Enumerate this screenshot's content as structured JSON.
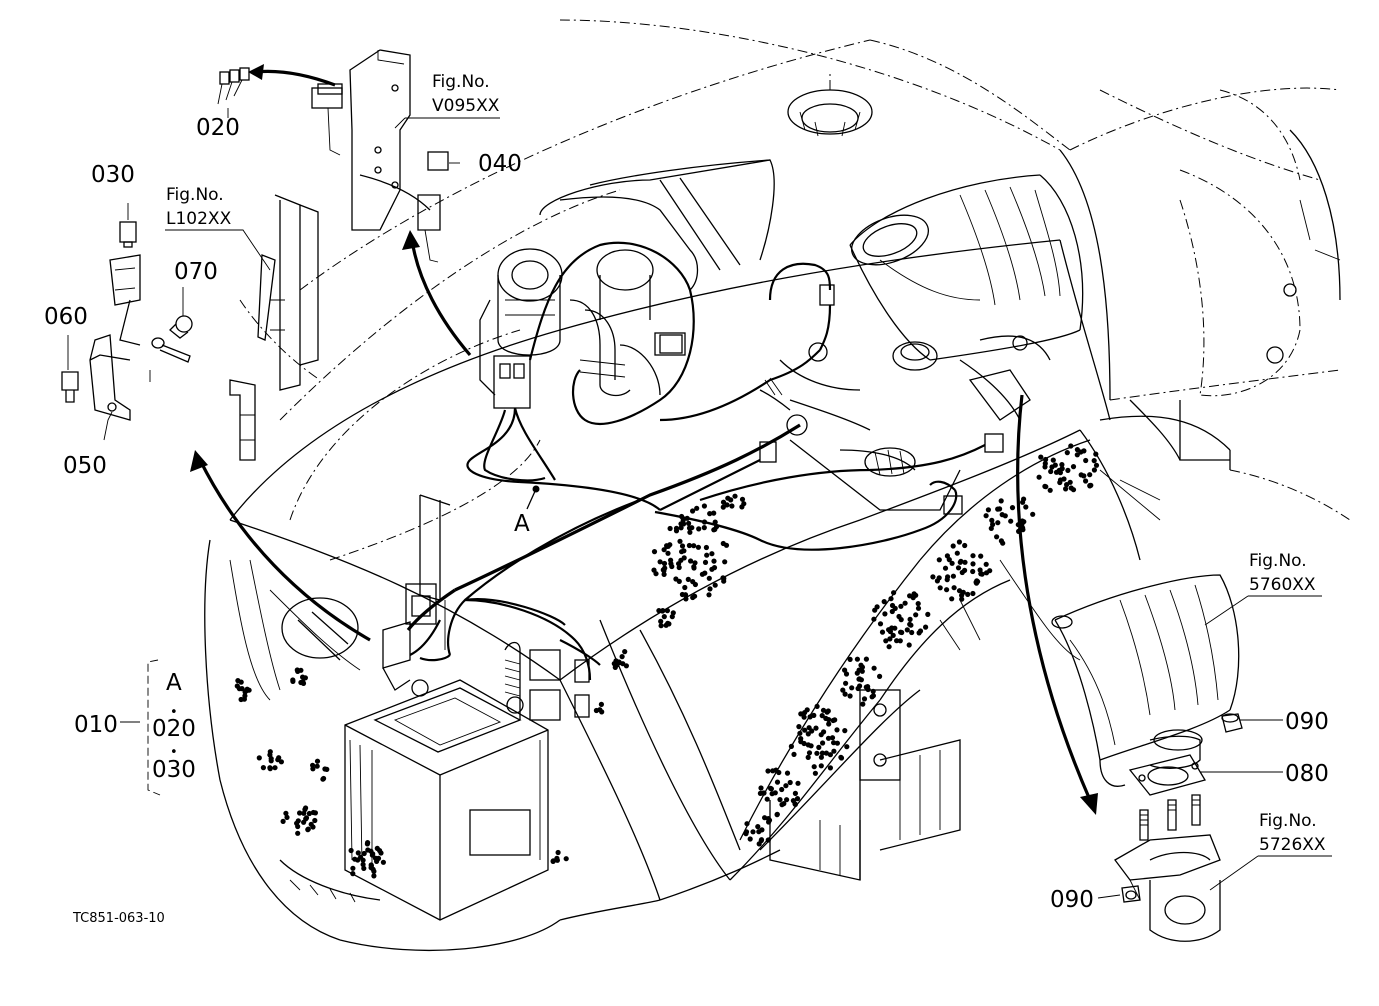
{
  "drawing_code": "TC851-063-10",
  "view_marker": "A",
  "parts": {
    "p010": "010",
    "p020": "020",
    "p030": "030",
    "p040": "040",
    "p050": "050",
    "p060": "060",
    "p070": "070",
    "p080": "080",
    "p090a": "090",
    "p090b": "090"
  },
  "group": {
    "letter": "A",
    "dot1": "•",
    "item1": "020",
    "dot2": "•",
    "item2": "030"
  },
  "fig_refs": [
    {
      "label": "Fig.No.",
      "number": "V095XX"
    },
    {
      "label": "Fig.No.",
      "number": "L102XX"
    },
    {
      "label": "Fig.No.",
      "number": "5760XX"
    },
    {
      "label": "Fig.No.",
      "number": "5726XX"
    }
  ]
}
